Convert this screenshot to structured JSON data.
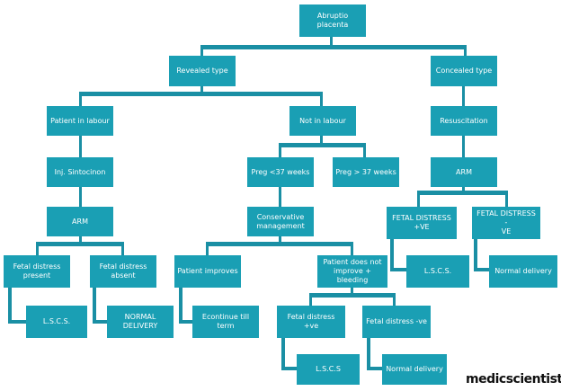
{
  "colors": {
    "box": "#1a9fb4",
    "connector": "#1a8fa4",
    "text": "#ffffff"
  },
  "nodes": {
    "abruptio": "Abruptio placenta",
    "revealed": "Revealed type",
    "concealed": "Concealed type",
    "labour": "Patient in labour",
    "notlabour": "Not in labour",
    "resus": "Resuscitation",
    "sintocinon": "Inj. Sintocinon",
    "preg_lt": "Preg <37 weeks",
    "preg_gt": "Preg > 37 weeks",
    "arm_c": "ARM",
    "arm_l": "ARM",
    "conservative": "Conservative\nmanagement",
    "fd_pos": "FETAL DISTRESS\n+VE",
    "fd_neg": "FETAL DISTRESS  -\nVE",
    "fd_present": "Fetal distress\npresent",
    "fd_absent": "Fetal distress\nabsent",
    "improves": "Patient improves",
    "notimprove": "Patient does not\nimprove +\nbleeding",
    "lscs_c": "L.S.C.S.",
    "normal_c": "Normal delivery",
    "lscs_l": "L.S.C.S.",
    "normal_l": "NORMAL DELIVERY",
    "continue": "Econtinue till term",
    "fd_plus": "Fetal distress +ve",
    "fd_minus": "Fetal distress  -ve",
    "lscs_b": "L.S.C.S",
    "normal_b": "Normal delivery"
  },
  "watermark": "medicscientist"
}
